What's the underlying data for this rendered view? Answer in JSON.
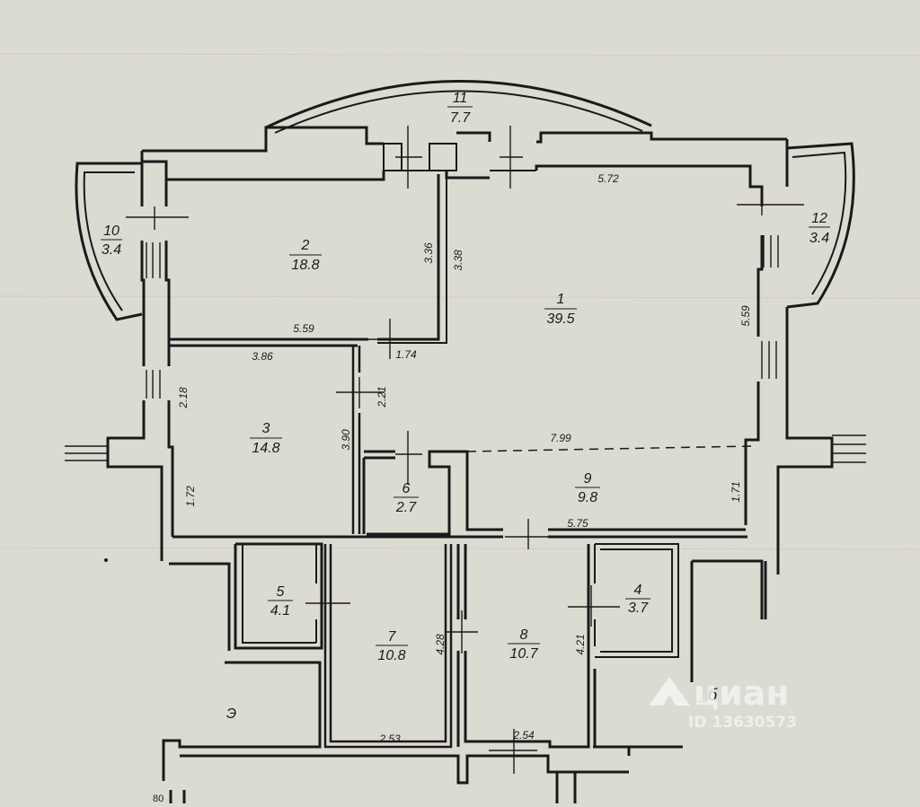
{
  "rooms": [
    {
      "id": "1",
      "number": "1",
      "area": "39.5"
    },
    {
      "id": "2",
      "number": "2",
      "area": "18.8"
    },
    {
      "id": "3",
      "number": "3",
      "area": "14.8"
    },
    {
      "id": "4",
      "number": "4",
      "area": "3.7"
    },
    {
      "id": "5",
      "number": "5",
      "area": "4.1"
    },
    {
      "id": "6",
      "number": "6",
      "area": "2.7"
    },
    {
      "id": "7",
      "number": "7",
      "area": "10.8"
    },
    {
      "id": "8",
      "number": "8",
      "area": "10.7"
    },
    {
      "id": "9",
      "number": "9",
      "area": "9.8"
    },
    {
      "id": "10",
      "number": "10",
      "area": "3.4"
    },
    {
      "id": "11",
      "number": "11",
      "area": "7.7"
    },
    {
      "id": "12",
      "number": "12",
      "area": "3.4"
    }
  ],
  "dimensions": {
    "d572": "5.72",
    "d336": "3.36",
    "d338": "3.38",
    "d559a": "5.59",
    "d559b": "5.59",
    "d174": "1.74",
    "d386": "3.86",
    "d218": "2.18",
    "d221": "2.21",
    "d390": "3.90",
    "d799": "7.99",
    "d172": "1.72",
    "d171": "1.71",
    "d575": "5.75",
    "d428": "4.28",
    "d421": "4.21",
    "d253": "2.53",
    "d254": "2.54"
  },
  "stray_marks": {
    "left": "Э",
    "right": "_б",
    "bottom": "80"
  },
  "watermark": {
    "brand": "циан",
    "listing_id": "ID 13630573"
  },
  "colors": {
    "paper": "#dcdbd2",
    "ink": "#1a1a1a",
    "watermark": "#f4f4f2"
  }
}
